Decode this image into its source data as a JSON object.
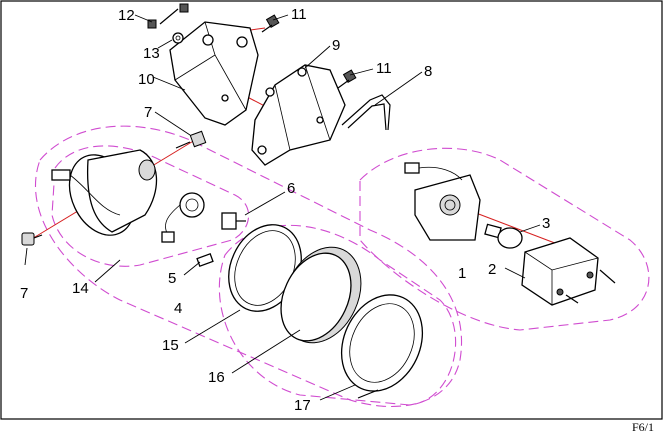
{
  "callouts": {
    "c1": "1",
    "c2": "2",
    "c3": "3",
    "c4": "4",
    "c5": "5",
    "c6": "6",
    "c7a": "7",
    "c7b": "7",
    "c8": "8",
    "c9": "9",
    "c10": "10",
    "c11a": "11",
    "c11b": "11",
    "c12": "12",
    "c13": "13",
    "c14": "14",
    "c15": "15",
    "c16": "16",
    "c17": "17"
  },
  "page_ref": "F6/1",
  "colors": {
    "group_outline": "#d04cd0",
    "assembly_axis": "#d62020",
    "line_art": "#000000",
    "background": "#ffffff"
  }
}
